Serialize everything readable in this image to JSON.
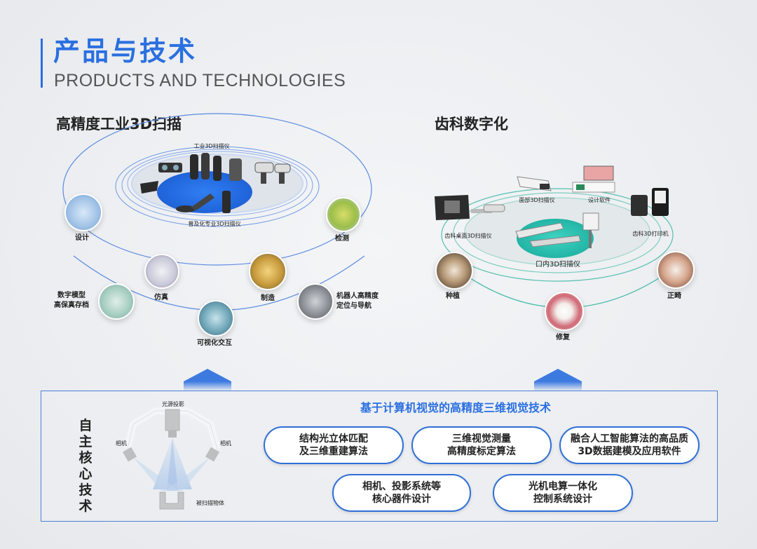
{
  "header": {
    "title_cn": "产品与技术",
    "title_en": "PRODUCTS AND TECHNOLOGIES"
  },
  "left_section": {
    "title": "高精度工业3D扫描",
    "scanner_top_label": "工业3D扫描仪",
    "scanner_bottom_label": "普及化专业3D扫描仪",
    "nodes": {
      "design": "设计",
      "inspection": "检测",
      "simulation": "仿真",
      "manufacturing": "制造",
      "archive": "数字模型\n高保真存档",
      "robot": "机器人高精度\n定位与导航",
      "visual": "可视化交互"
    }
  },
  "right_section": {
    "title": "齿科数字化",
    "devices": {
      "face_scanner": "面部3D扫描仪",
      "design_software": "设计软件",
      "desktop_scanner": "齿科桌面3D扫描仪",
      "printer": "齿科3D打印机",
      "intraoral": "口内3D扫描仪"
    },
    "nodes": {
      "implant": "种植",
      "orthodontic": "正畸",
      "restoration": "修复"
    }
  },
  "core": {
    "vertical_label": "自\n主\n核\n心\n技\n术",
    "heading": "基于计算机视觉的高精度三维视觉技术",
    "diagram": {
      "projector": "光源投影",
      "camera_left": "相机",
      "camera_right": "相机",
      "object": "被扫描物体"
    },
    "technologies": [
      "结构光立体匹配\n及三维重建算法",
      "三维视觉测量\n高精度标定算法",
      "融合人工智能算法的高品质\n3D数据建模及应用软件",
      "相机、投影系统等\n核心器件设计",
      "光机电算一体化\n控制系统设计"
    ]
  },
  "colors": {
    "brand_blue": "#2a6fe0",
    "teal": "#2fc0b0"
  }
}
